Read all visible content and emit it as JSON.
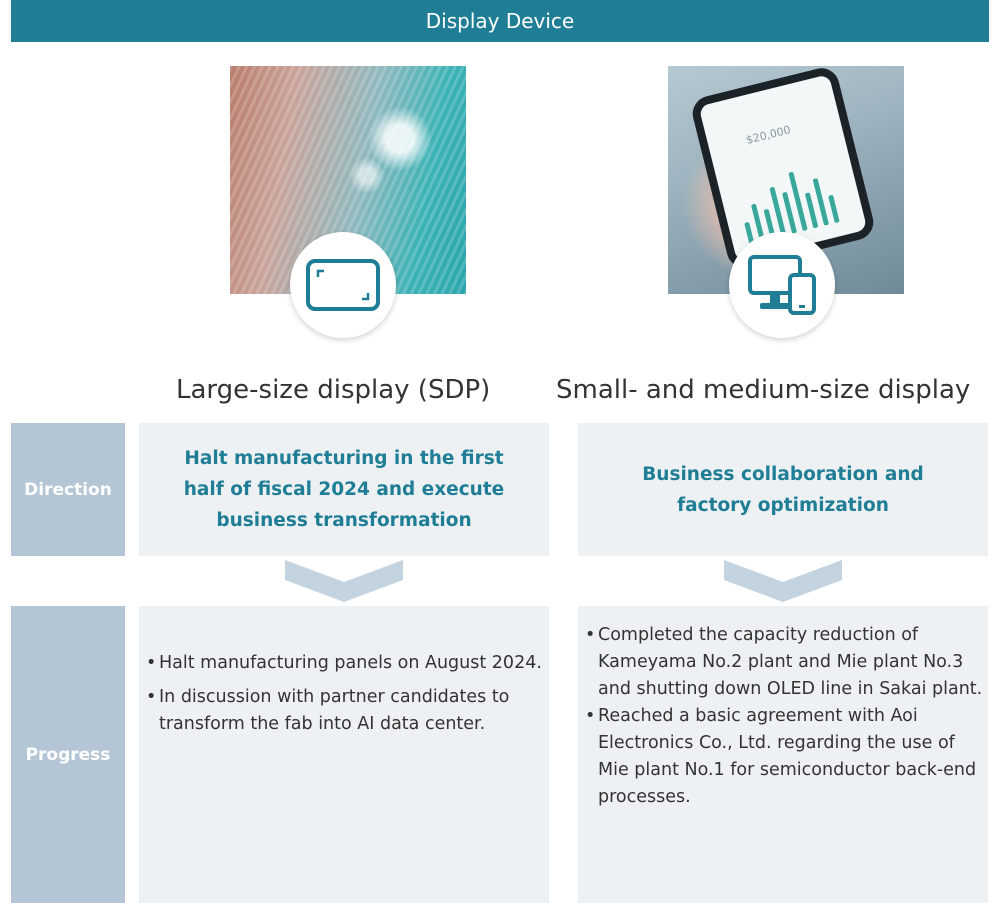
{
  "header": {
    "title": "Display Device"
  },
  "columns": [
    {
      "title": "Large-size display (SDP)",
      "icon": "monitor-icon",
      "direction": [
        "Halt manufacturing in the first",
        "half of fiscal 2024 and execute",
        "business transformation"
      ],
      "progress": [
        "Halt manufacturing panels on August 2024.",
        "In discussion with partner candidates to transform the fab into AI data center."
      ]
    },
    {
      "title": "Small- and medium-size display",
      "icon": "desktop-and-phone-icon",
      "phone_amount": "$20,000",
      "direction": [
        "Business collaboration and",
        "factory optimization"
      ],
      "progress": [
        "Completed the capacity reduction of Kameyama No.2 plant and Mie plant No.3 and shutting down OLED line in Sakai plant.",
        "Reached a basic agreement with Aoi Electronics Co., Ltd. regarding the use of Mie plant No.1 for semiconductor back-end processes."
      ]
    }
  ],
  "labels": {
    "direction": "Direction",
    "progress": "Progress"
  },
  "colors": {
    "accent": "#1f7e95",
    "label_bg": "#b4c6d5",
    "panel_bg": "#edf1f4",
    "chevron": "#c3d3df"
  }
}
